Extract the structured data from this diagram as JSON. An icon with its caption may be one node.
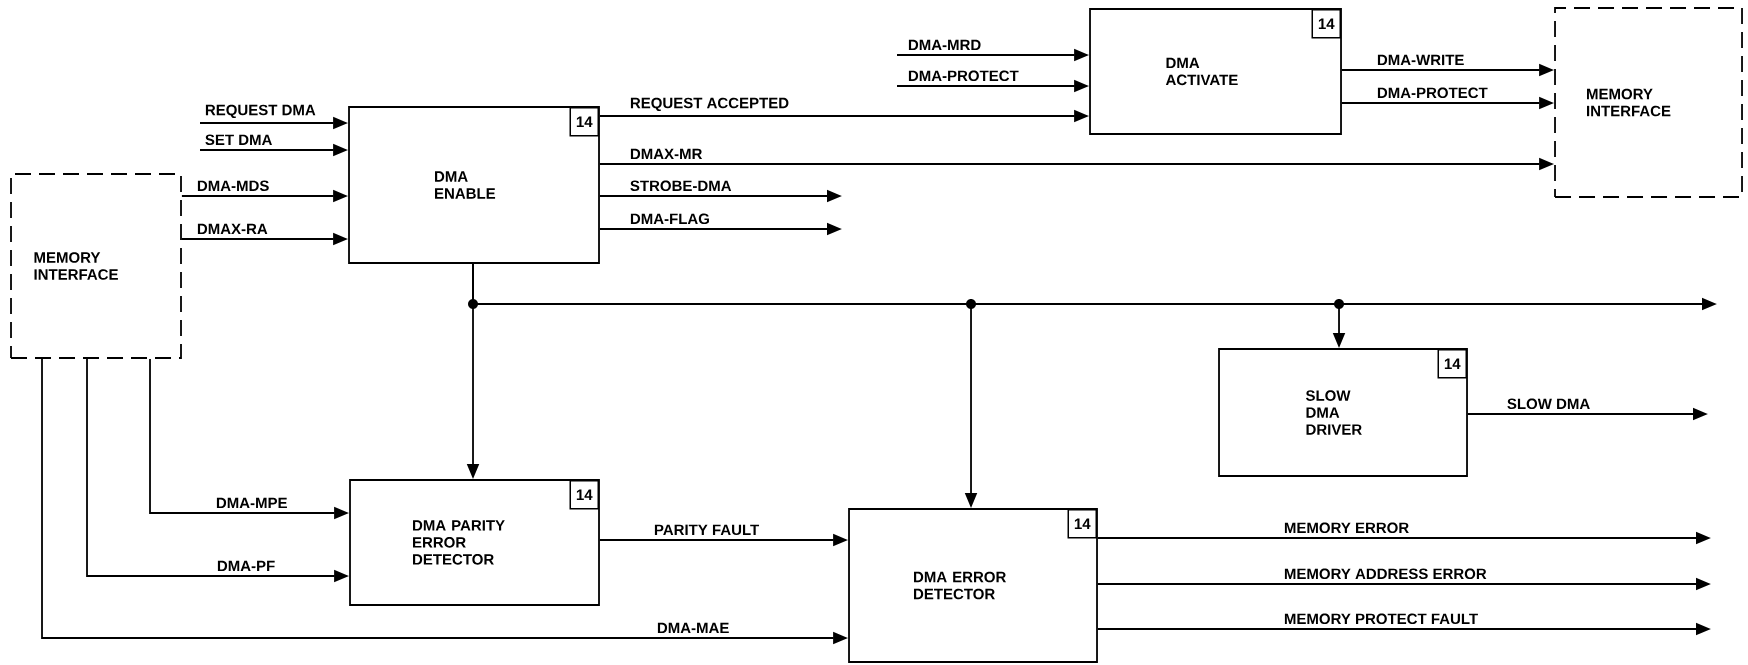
{
  "diagram": {
    "nodes": [
      {
        "text": [
          "MEMORY INTERFACE"
        ]
      },
      {
        "text": [
          "DMA ENABLE",
          "14"
        ]
      },
      {
        "text": [
          "DMA ACTIVATE",
          "14"
        ]
      },
      {
        "text": [
          "MEMORY INTERFACE"
        ]
      },
      {
        "text": [
          "SLOW DMA DRIVER",
          "14"
        ]
      },
      {
        "text": [
          "DMA PARITY ERROR DETECTOR",
          "14"
        ]
      },
      {
        "text": [
          "DMA ERROR DETECTOR",
          "14"
        ]
      }
    ],
    "edges": [
      {
        "from": null,
        "to": 1,
        "arrow": "to",
        "label": "REQUEST DMA"
      },
      {
        "from": null,
        "to": 1,
        "arrow": "to",
        "label": "SET DMA"
      },
      {
        "from": 0,
        "to": 1,
        "arrow": "to",
        "label": "DMA-MDS"
      },
      {
        "from": 0,
        "to": 1,
        "arrow": "to",
        "label": "DMAX-RA"
      },
      {
        "from": null,
        "to": 2,
        "arrow": "to",
        "label": "DMA-MRD"
      },
      {
        "from": null,
        "to": 2,
        "arrow": "to",
        "label": "DMA-PROTECT"
      },
      {
        "from": 1,
        "to": 2,
        "arrow": "to",
        "label": "REQUEST ACCEPTED"
      },
      {
        "from": 1,
        "to": 3,
        "arrow": "to",
        "label": "DMAX-MR"
      },
      {
        "from": 1,
        "to": null,
        "arrow": "to",
        "label": "STROBE-DMA"
      },
      {
        "from": 1,
        "to": null,
        "arrow": "to",
        "label": "DMA-FLAG"
      },
      {
        "from": 2,
        "to": 3,
        "arrow": "to",
        "label": "DMA-WRITE"
      },
      {
        "from": 2,
        "to": 3,
        "arrow": "to",
        "label": "DMA-PROTECT"
      },
      {
        "from": 1,
        "to": null,
        "arrow": "to"
      },
      {
        "from": 1,
        "to": 5,
        "arrow": "to"
      },
      {
        "from": 1,
        "to": 6,
        "arrow": "to"
      },
      {
        "from": 1,
        "to": 4,
        "arrow": "to"
      },
      {
        "from": 4,
        "to": null,
        "arrow": "to",
        "label": "SLOW DMA"
      },
      {
        "from": 0,
        "to": 5,
        "arrow": "to",
        "label": "DMA-MPE"
      },
      {
        "from": 0,
        "to": 5,
        "arrow": "to",
        "label": "DMA-PF"
      },
      {
        "from": 0,
        "to": 6,
        "arrow": "to",
        "label": "DMA-MAE"
      },
      {
        "from": 5,
        "to": 6,
        "arrow": "to",
        "label": "PARITY FAULT"
      },
      {
        "from": 6,
        "to": null,
        "arrow": "to",
        "label": "MEMORY ERROR"
      },
      {
        "from": 6,
        "to": null,
        "arrow": "to",
        "label": "MEMORY ADDRESS ERROR"
      },
      {
        "from": 6,
        "to": null,
        "arrow": "to",
        "label": "MEMORY PROTECT FAULT"
      }
    ]
  }
}
